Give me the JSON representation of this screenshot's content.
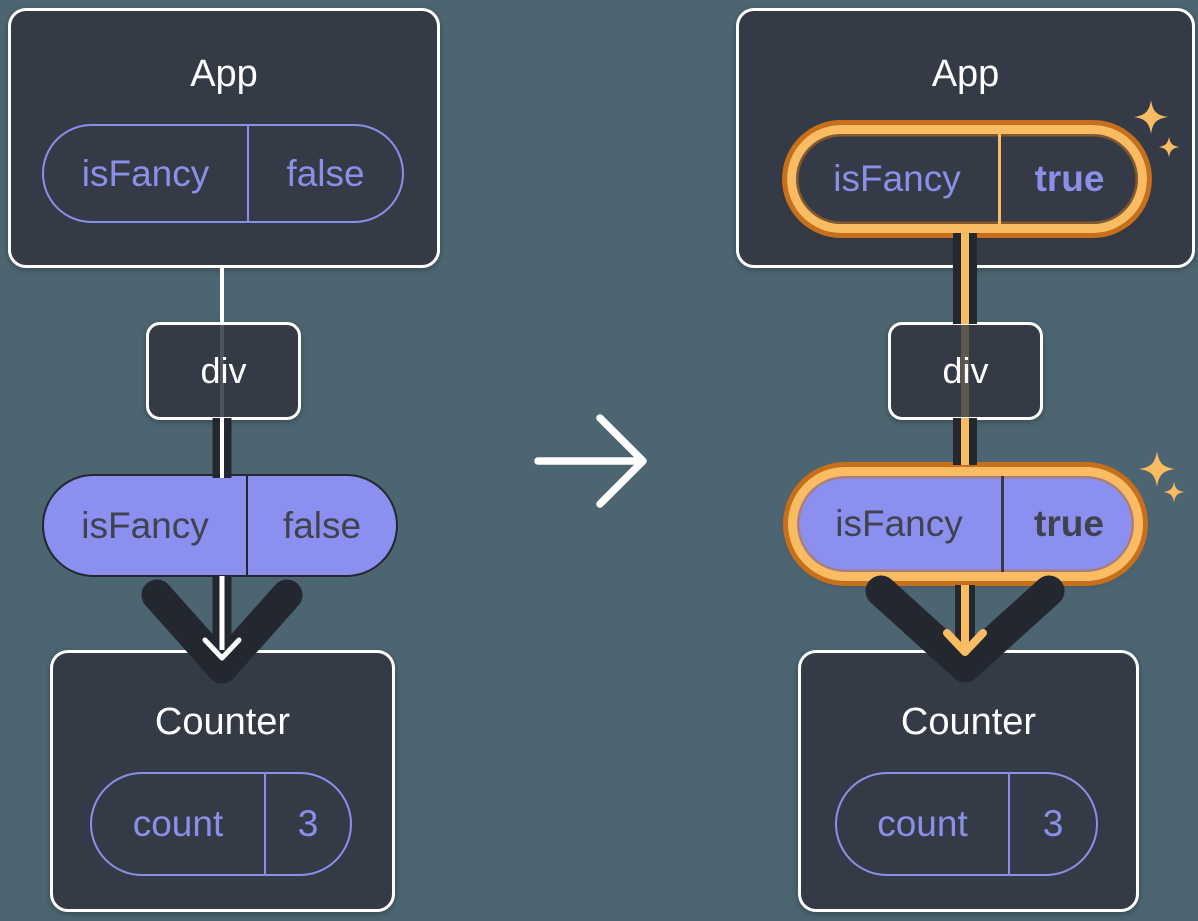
{
  "canvas": {
    "background": "#4C6570"
  },
  "colors": {
    "card_background": "#343B47",
    "border_white": "#FFFFFF",
    "accent_purple": "#8A90E8",
    "pill_fill_purple": "#8B90F0",
    "ink_dark": "#23272F",
    "text_on_purple": "#3F434E",
    "highlight_orange": "#F9BC62",
    "highlight_orange_dark": "#C76F1A"
  },
  "icons": {
    "transition": "arrow-right-icon",
    "highlight": "sparkle-icon"
  },
  "before": {
    "app_card": {
      "title": "App",
      "prop_pill": {
        "key": "isFancy",
        "value": "false"
      }
    },
    "div_node": {
      "label": "div"
    },
    "passed_prop_pill": {
      "key": "isFancy",
      "value": "false"
    },
    "counter_card": {
      "title": "Counter",
      "state_pill": {
        "key": "count",
        "value": "3"
      }
    }
  },
  "after": {
    "app_card": {
      "title": "App",
      "prop_pill": {
        "key": "isFancy",
        "value": "true"
      }
    },
    "div_node": {
      "label": "div"
    },
    "passed_prop_pill": {
      "key": "isFancy",
      "value": "true"
    },
    "counter_card": {
      "title": "Counter",
      "state_pill": {
        "key": "count",
        "value": "3"
      }
    }
  }
}
